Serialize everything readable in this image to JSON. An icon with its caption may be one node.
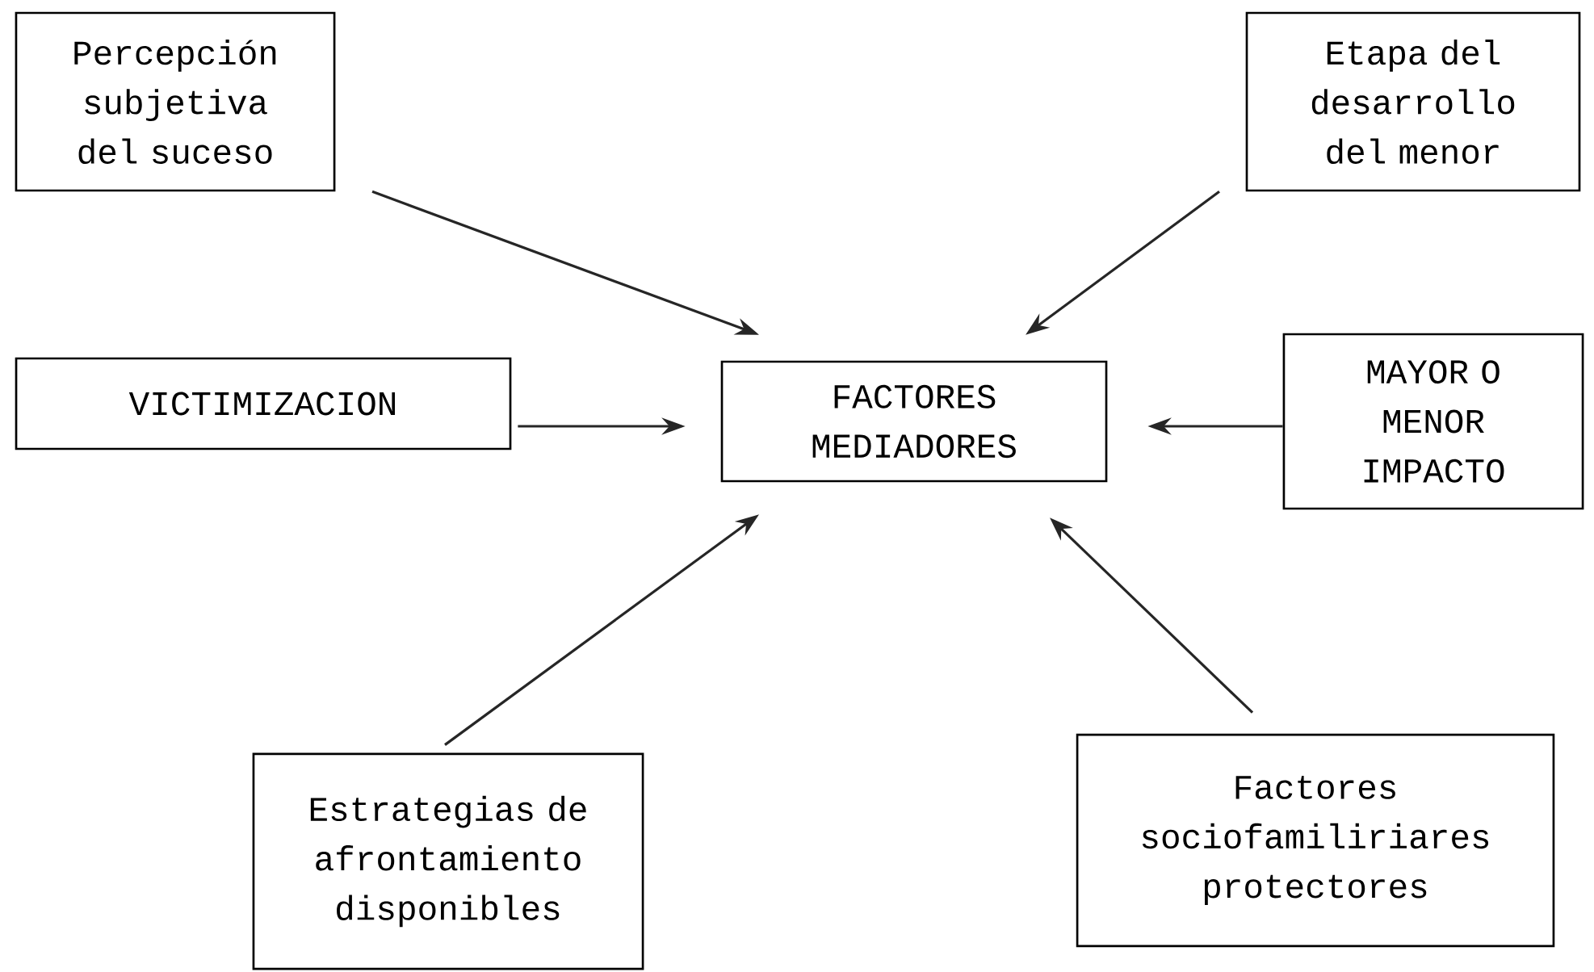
{
  "diagram": {
    "nodes": [
      {
        "text": [
          "Percepción subjetiva del suceso"
        ]
      },
      {
        "text": [
          "Etapa del desarrollo del menor"
        ]
      },
      {
        "text": [
          "VICTIMIZACION"
        ]
      },
      {
        "text": [
          "FACTORES MEDIADORES"
        ]
      },
      {
        "text": [
          "MAYOR O MENOR IMPACTO"
        ]
      },
      {
        "text": [
          "Estrategias de afrontamiento disponibles"
        ]
      },
      {
        "text": [
          "Factores sociofamiliriares protectores"
        ]
      }
    ],
    "edges": [
      {
        "from": 0,
        "to": 3,
        "arrow": "to"
      },
      {
        "from": 1,
        "to": 3,
        "arrow": "to"
      },
      {
        "from": 2,
        "to": 3,
        "arrow": "to"
      },
      {
        "from": 4,
        "to": 3,
        "arrow": "to"
      },
      {
        "from": 5,
        "to": 3,
        "arrow": "to"
      },
      {
        "from": 6,
        "to": 3,
        "arrow": "to"
      }
    ]
  }
}
